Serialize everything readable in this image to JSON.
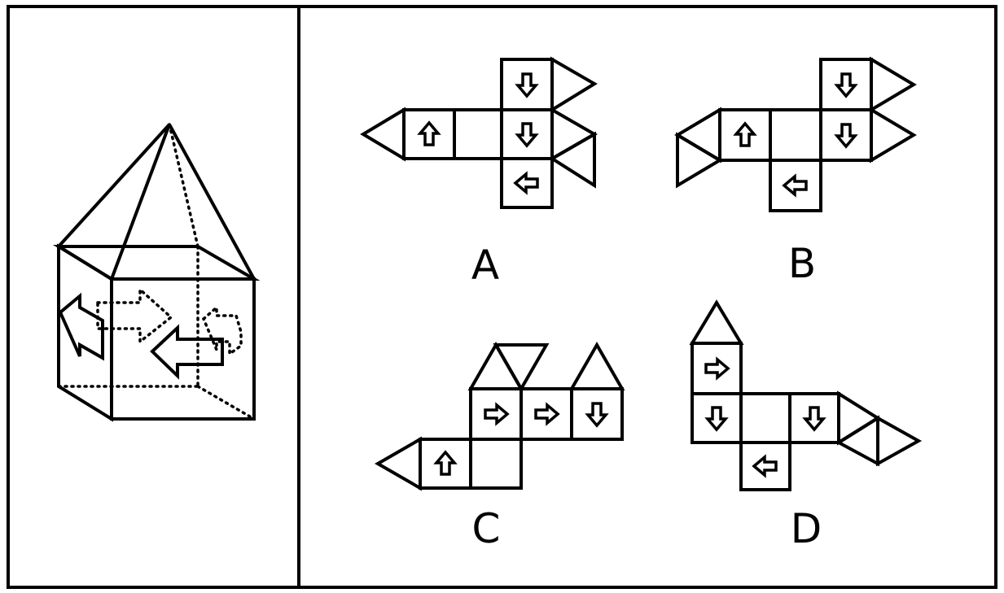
{
  "options": {
    "a": {
      "label": "A",
      "faces": [
        "up",
        "down",
        "down",
        "left"
      ]
    },
    "b": {
      "label": "B",
      "faces": [
        "up",
        "down",
        "down",
        "left"
      ]
    },
    "c": {
      "label": "C",
      "faces": [
        "right",
        "right",
        "down",
        "up"
      ]
    },
    "d": {
      "label": "D",
      "faces": [
        "right",
        "down",
        "down",
        "left"
      ]
    }
  },
  "colors": {
    "stroke": "#000000",
    "background": "#ffffff"
  },
  "icons": [
    "arrow-up-icon",
    "arrow-down-icon",
    "arrow-left-icon",
    "arrow-right-icon"
  ]
}
